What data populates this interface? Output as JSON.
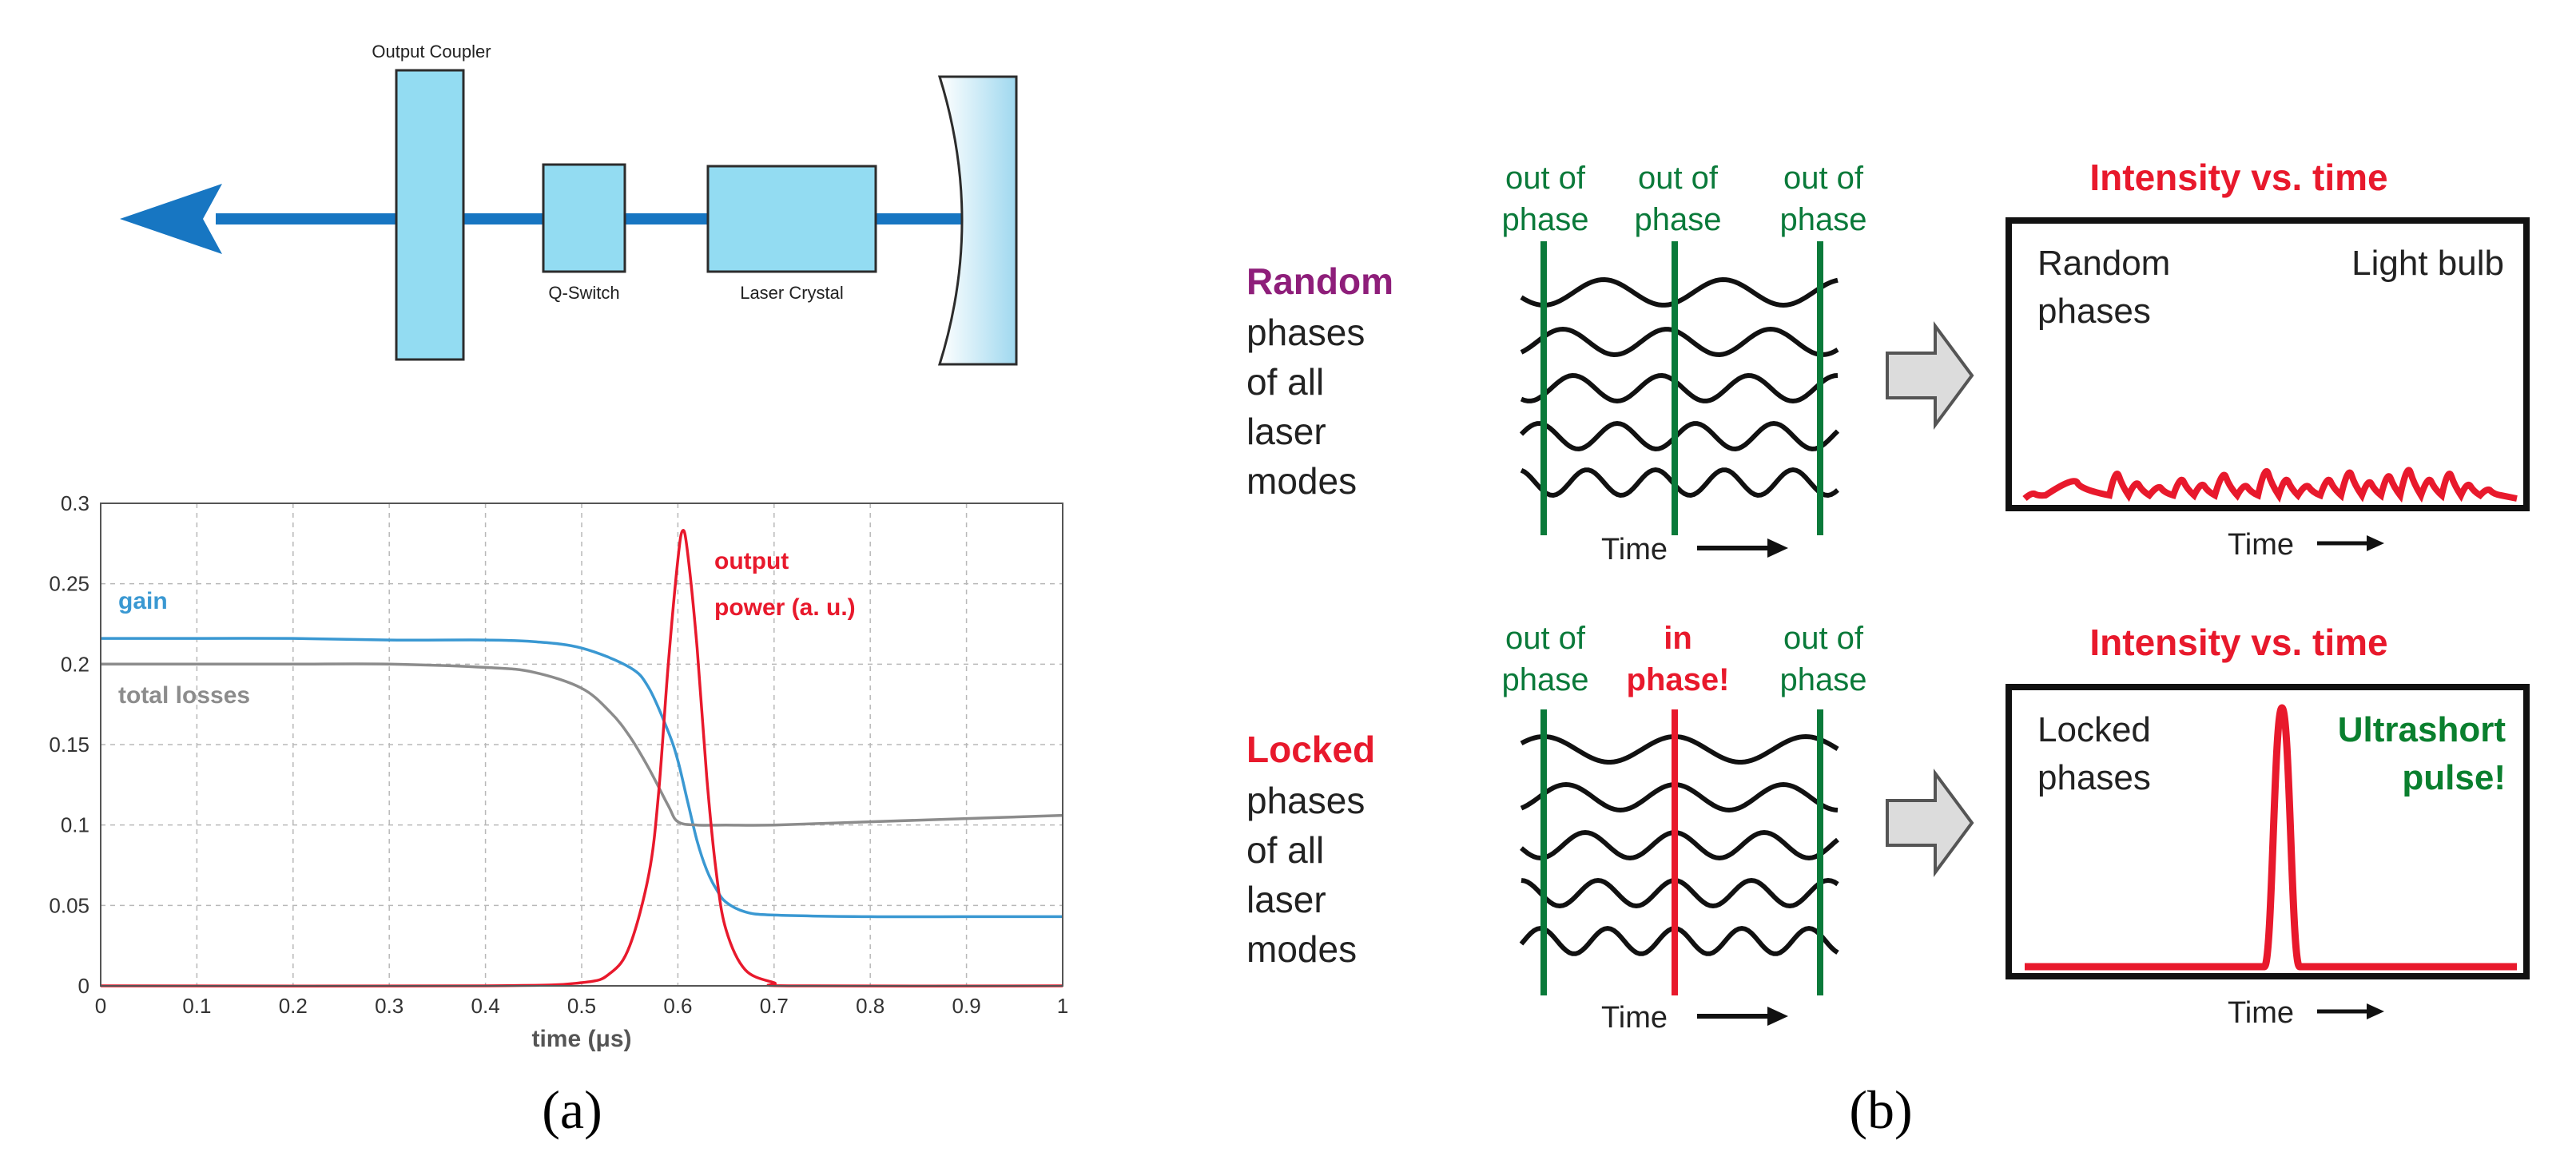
{
  "panel_a": {
    "caption": "(a)",
    "setup": {
      "output_coupler": "Output Coupler",
      "q_switch": "Q-Switch",
      "laser_crystal": "Laser Crystal"
    },
    "chart_data": {
      "type": "line",
      "xlabel": "time (μs)",
      "ylabel": "",
      "xlim": [
        0,
        1
      ],
      "ylim": [
        0,
        0.3
      ],
      "grid": true,
      "x_ticks": [
        "0",
        "0.1",
        "0.2",
        "0.3",
        "0.4",
        "0.5",
        "0.6",
        "0.7",
        "0.8",
        "0.9",
        "1"
      ],
      "y_ticks": [
        "0",
        "0.05",
        "0.1",
        "0.15",
        "0.2",
        "0.25",
        "0.3"
      ],
      "series": [
        {
          "name": "gain",
          "color": "#3a98d2",
          "x": [
            0,
            0.1,
            0.2,
            0.3,
            0.4,
            0.45,
            0.5,
            0.55,
            0.57,
            0.59,
            0.6,
            0.61,
            0.62,
            0.63,
            0.64,
            0.65,
            0.67,
            0.7,
            0.8,
            0.9,
            1.0
          ],
          "y": [
            0.216,
            0.216,
            0.216,
            0.215,
            0.215,
            0.214,
            0.21,
            0.198,
            0.185,
            0.158,
            0.14,
            0.115,
            0.09,
            0.072,
            0.06,
            0.052,
            0.046,
            0.044,
            0.043,
            0.043,
            0.043
          ]
        },
        {
          "name": "total losses",
          "color": "#8c8c8c",
          "x": [
            0,
            0.1,
            0.2,
            0.3,
            0.4,
            0.45,
            0.5,
            0.53,
            0.55,
            0.57,
            0.59,
            0.6,
            0.62,
            0.65,
            0.7,
            0.8,
            0.9,
            1.0
          ],
          "y": [
            0.2,
            0.2,
            0.2,
            0.2,
            0.198,
            0.195,
            0.185,
            0.17,
            0.155,
            0.135,
            0.112,
            0.102,
            0.1,
            0.1,
            0.1,
            0.102,
            0.104,
            0.106
          ]
        },
        {
          "name": "output power (a. u.)",
          "color": "#e8192c",
          "x": [
            0,
            0.4,
            0.5,
            0.53,
            0.55,
            0.57,
            0.58,
            0.59,
            0.6,
            0.605,
            0.61,
            0.62,
            0.63,
            0.64,
            0.65,
            0.67,
            0.7,
            0.72,
            1.0
          ],
          "y": [
            0,
            0,
            0.002,
            0.008,
            0.025,
            0.07,
            0.12,
            0.2,
            0.265,
            0.283,
            0.27,
            0.21,
            0.13,
            0.07,
            0.035,
            0.01,
            0.002,
            0,
            0
          ]
        }
      ],
      "annotations": [
        "gain",
        "total losses",
        "output",
        "power (a. u.)"
      ]
    }
  },
  "panel_b": {
    "caption": "(b)",
    "top": {
      "label_colored": "Random",
      "label_rest": [
        "phases",
        "of all",
        "laser",
        "modes"
      ],
      "line_labels": [
        [
          "out of",
          "phase"
        ],
        [
          "out of",
          "phase"
        ],
        [
          "out of",
          "phase"
        ]
      ],
      "time_label": "Time",
      "box_title": "Intensity vs. time",
      "box_left": [
        "Random",
        "phases"
      ],
      "box_right": "Light bulb",
      "box_time": "Time"
    },
    "bottom": {
      "label_colored": "Locked",
      "label_rest": [
        "phases",
        "of all",
        "laser",
        "modes"
      ],
      "line_labels": [
        [
          "out of",
          "phase"
        ],
        [
          "in",
          "phase!"
        ],
        [
          "out of",
          "phase"
        ]
      ],
      "time_label": "Time",
      "box_title": "Intensity vs. time",
      "box_left": [
        "Locked",
        "phases"
      ],
      "box_right": [
        "Ultrashort",
        "pulse!"
      ],
      "box_time": "Time"
    },
    "colors": {
      "title_red": "#e8192c",
      "random_purple": "#8e1e7a",
      "locked_red": "#e8192c",
      "green": "#0a7a3a",
      "pulse_green": "#0a7f2e"
    }
  }
}
